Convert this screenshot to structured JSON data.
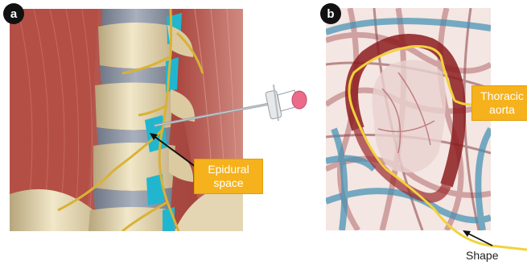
{
  "panels": [
    {
      "id": "a",
      "badge": "a"
    },
    {
      "id": "b",
      "badge": "b"
    }
  ],
  "callouts": {
    "epidural": {
      "line1": "Epidural",
      "line2": "space"
    },
    "aorta": {
      "line1": "Thoracic",
      "line2": "aorta"
    }
  },
  "shape_label": "Shape",
  "colors": {
    "muscle": "#b9534b",
    "bone": "#e8dcb8",
    "disc": "#8d96a6",
    "cyan": "#21b6cf",
    "nerve": "#d9b236",
    "accent": "#f6b21c",
    "vessel_red": "#8c1c1e",
    "vessel_blue": "#3d8fb3"
  }
}
